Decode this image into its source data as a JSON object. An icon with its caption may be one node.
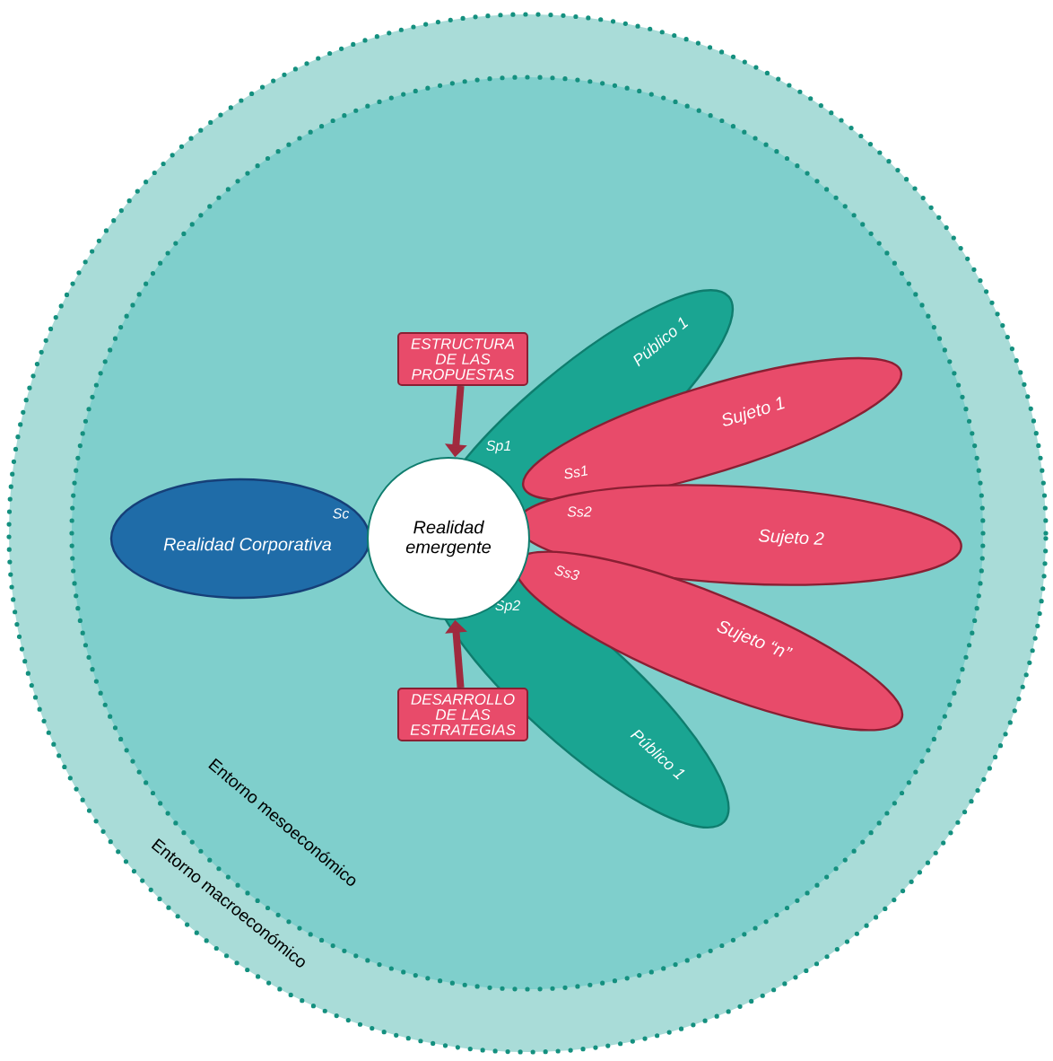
{
  "diagram": {
    "nodes": [
      {
        "text": [
          "Entorno macroeconómico"
        ]
      },
      {
        "text": [
          "Entorno mesoeconómico"
        ],
        "in": 0
      },
      {
        "text": [
          "Realidad Corporativa",
          "Sc"
        ],
        "in": 1
      },
      {
        "text": [
          "Público 1",
          "Sp1"
        ],
        "in": 1
      },
      {
        "text": [
          "Sujeto 1",
          "Ss1"
        ],
        "in": 1
      },
      {
        "text": [
          "Sujeto 2",
          "Ss2"
        ],
        "in": 1
      },
      {
        "text": [
          "Sujeto “n”",
          "Ss3"
        ],
        "in": 1
      },
      {
        "text": [
          "Público 1",
          "Sp2"
        ],
        "in": 1
      },
      {
        "text": [
          "Realidad emergente"
        ],
        "in": 1
      },
      {
        "text": [
          "ESTRUCTURA DE LAS PROPUESTAS"
        ],
        "in": 1
      },
      {
        "text": [
          "DESARROLLO DE LAS ESTRATEGIAS"
        ],
        "in": 1
      }
    ],
    "edges": [
      {
        "from": 9,
        "to": 8,
        "arrow": "to"
      },
      {
        "from": 10,
        "to": 8,
        "arrow": "to"
      }
    ]
  }
}
